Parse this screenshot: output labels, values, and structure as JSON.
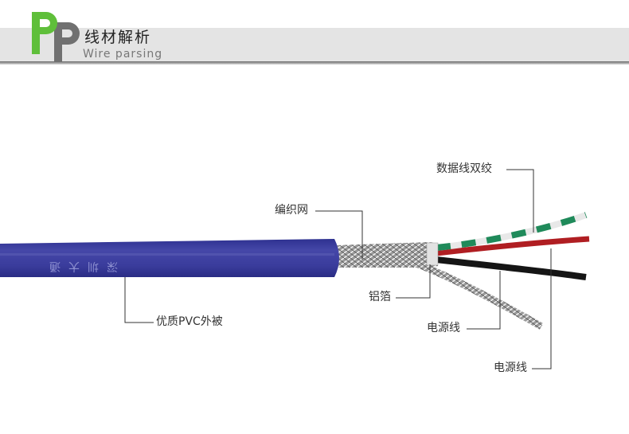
{
  "header": {
    "logo_letters": "PP",
    "title_cn": "线材解析",
    "title_en": "Wire parsing"
  },
  "cable": {
    "jacket_print": "深圳大通",
    "colors": {
      "jacket": "#3b3e9e",
      "green": "#1f8a5a",
      "red": "#b01e22",
      "black": "#151515",
      "braid": "#b8b8b8"
    }
  },
  "labels": {
    "data_twisted": "数据线双绞",
    "braid": "编织网",
    "jacket": "优质PVC外被",
    "foil": "铝箔",
    "power1": "电源线",
    "power2": "电源线"
  }
}
